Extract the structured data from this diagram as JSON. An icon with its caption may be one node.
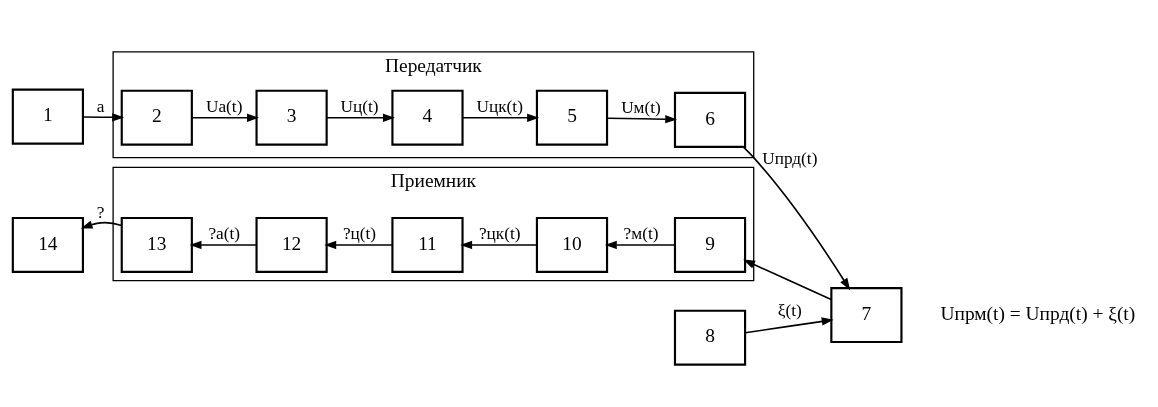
{
  "diagram": {
    "nodes": [
      {
        "text": [
          "1"
        ]
      },
      {
        "text": [
          "Передатчик"
        ]
      },
      {
        "text": [
          "2"
        ],
        "in": 1
      },
      {
        "text": [
          "3"
        ],
        "in": 1
      },
      {
        "text": [
          "4"
        ],
        "in": 1
      },
      {
        "text": [
          "5"
        ],
        "in": 1
      },
      {
        "text": [
          "6"
        ],
        "in": 1
      },
      {
        "text": [
          "7"
        ]
      },
      {
        "text": [
          "8"
        ]
      },
      {
        "text": [
          "Приемник"
        ]
      },
      {
        "text": [
          "13"
        ],
        "in": 9
      },
      {
        "text": [
          "12"
        ],
        "in": 9
      },
      {
        "text": [
          "11"
        ],
        "in": 9
      },
      {
        "text": [
          "10"
        ],
        "in": 9
      },
      {
        "text": [
          "9"
        ],
        "in": 9
      },
      {
        "text": [
          "14"
        ]
      }
    ],
    "edges": [
      {
        "from": 0,
        "to": 2,
        "arrow": "to",
        "label": "а"
      },
      {
        "from": 2,
        "to": 3,
        "arrow": "to",
        "label": "Uа(t)"
      },
      {
        "from": 3,
        "to": 4,
        "arrow": "to",
        "label": "Uц(t)"
      },
      {
        "from": 4,
        "to": 5,
        "arrow": "to",
        "label": "Uцк(t)"
      },
      {
        "from": 5,
        "to": 6,
        "arrow": "to",
        "label": "Uм(t)"
      },
      {
        "from": 6,
        "to": 7,
        "arrow": "to",
        "label": "Uпрд(t)"
      },
      {
        "from": 8,
        "to": 7,
        "arrow": "to",
        "label": "ξ(t)"
      },
      {
        "from": 7,
        "to": 14,
        "arrow": "to"
      },
      {
        "from": 14,
        "to": 13,
        "arrow": "to",
        "label": "?м(t)"
      },
      {
        "from": 13,
        "to": 12,
        "arrow": "to",
        "label": "?цк(t)"
      },
      {
        "from": 12,
        "to": 11,
        "arrow": "to",
        "label": "?ц(t)"
      },
      {
        "from": 11,
        "to": 10,
        "arrow": "to",
        "label": "?а(t)"
      },
      {
        "from": 10,
        "to": 15,
        "arrow": "to",
        "label": "?"
      }
    ],
    "labels": [
      "Uпрм(t) = Uпрд(t) + ξ(t)"
    ]
  }
}
